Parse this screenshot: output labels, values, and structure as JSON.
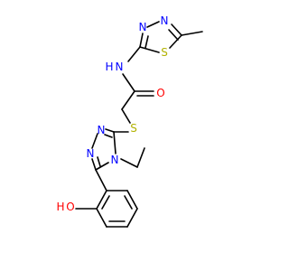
{
  "molecule": {
    "colors": {
      "bond": "#000000",
      "nitrogen": "#0000ff",
      "oxygen": "#ff0000",
      "sulfur": "#b2b200",
      "background": "#ffffff"
    },
    "atom_labels": {
      "n_thiadiazole_a": "N",
      "n_thiadiazole_b": "N",
      "s_thiadiazole": "S",
      "nh_amide": "N",
      "h_amide": "H",
      "o_carbonyl": "O",
      "s_thioether": "S",
      "n_triazole_a": "N",
      "n_triazole_b": "N",
      "n_triazole_c": "N",
      "o_hydroxyl": "O",
      "h_hydroxyl": "H"
    }
  }
}
